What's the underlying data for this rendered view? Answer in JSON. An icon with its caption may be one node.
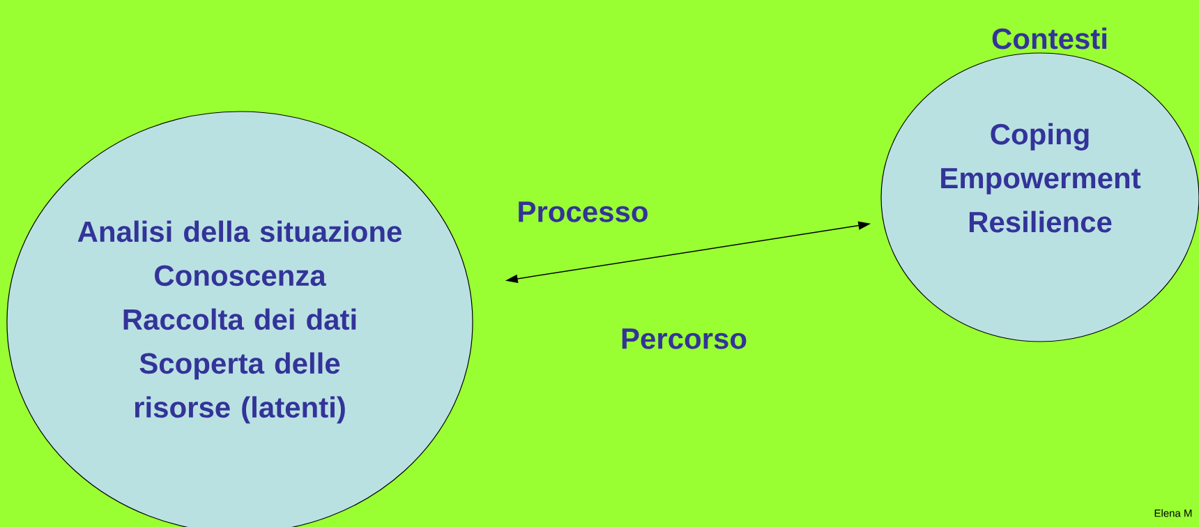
{
  "diagram": {
    "nodes": [
      {
        "text": [
          "Analisi della situazione",
          "Conoscenza",
          "Raccolta dei dati",
          "Scoperta delle risorse (latenti)"
        ]
      },
      {
        "text": [
          "Contesti",
          "Coping",
          "Empowerment",
          "Resilience"
        ]
      }
    ],
    "edges": [
      {
        "from": 0,
        "to": 1,
        "arrow": "both"
      }
    ],
    "labels": [
      "Processo",
      "Percorso",
      "Elena M"
    ]
  }
}
